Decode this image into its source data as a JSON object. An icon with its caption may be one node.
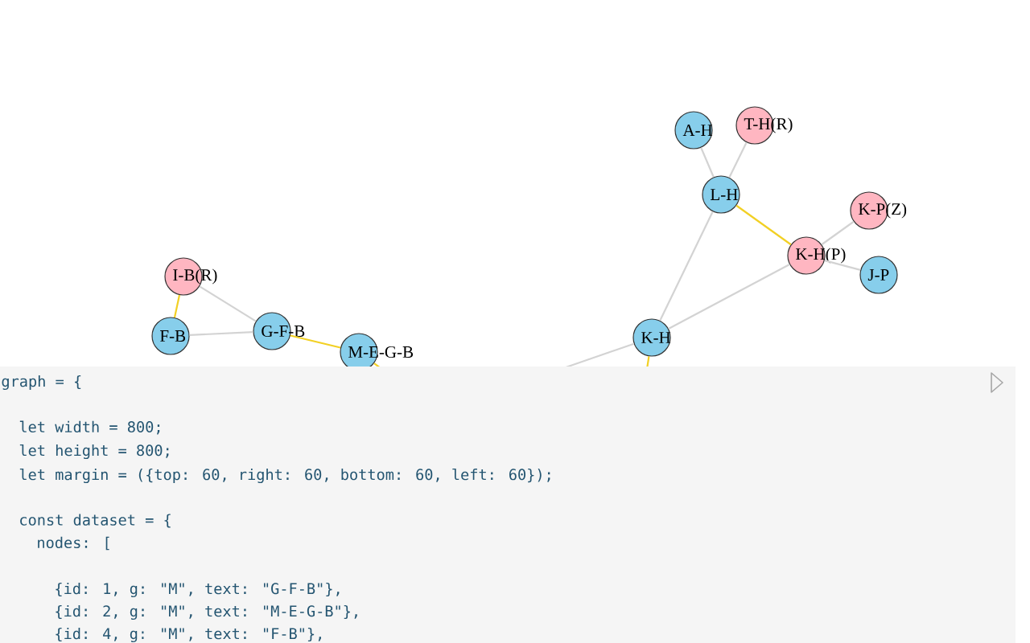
{
  "diagram": {
    "nodes": [
      {
        "text": [
          "A-H"
        ]
      },
      {
        "text": [
          "T-H(R)"
        ]
      },
      {
        "text": [
          "L-H"
        ]
      },
      {
        "text": [
          "K-P(Z)"
        ]
      },
      {
        "text": [
          "K-H(P)"
        ]
      },
      {
        "text": [
          "I-B(R)"
        ]
      },
      {
        "text": [
          "J-P"
        ]
      },
      {
        "text": [
          "F-B"
        ]
      },
      {
        "text": [
          "G-F-B"
        ]
      },
      {
        "text": [
          "K-H"
        ]
      },
      {
        "text": [
          "M-E-G-B"
        ]
      }
    ],
    "edges": [
      {
        "from": 0,
        "to": 2,
        "arrow": "none"
      },
      {
        "from": 1,
        "to": 2,
        "arrow": "none"
      },
      {
        "from": 2,
        "to": 4,
        "arrow": "none",
        "color": "#f2d024"
      },
      {
        "from": 4,
        "to": 3,
        "arrow": "none"
      },
      {
        "from": 4,
        "to": 6,
        "arrow": "none"
      },
      {
        "from": 2,
        "to": 9,
        "arrow": "none"
      },
      {
        "from": 9,
        "to": 4,
        "arrow": "none"
      },
      {
        "from": 5,
        "to": 7,
        "arrow": "none",
        "color": "#f2d024"
      },
      {
        "from": 5,
        "to": 8,
        "arrow": "none"
      },
      {
        "from": 7,
        "to": 8,
        "arrow": "none"
      },
      {
        "from": 8,
        "to": 10,
        "arrow": "none",
        "color": "#f2d024"
      },
      {
        "from": 10,
        "to": null,
        "arrow": "none",
        "color": "#f2d024"
      },
      {
        "from": 9,
        "to": null,
        "arrow": "none"
      },
      {
        "from": 9,
        "to": null,
        "arrow": "none",
        "color": "#f2d024"
      }
    ],
    "labels": [
      "graph = {",
      "let width = 800;",
      "let height = 800;",
      "let margin = ({top: 60, right: 60, bottom: 60, left: 60});",
      "const dataset = {",
      "nodes: [",
      "{id: 1, g: \"M\", text: \"G-F-B\"},",
      "{id: 2, g: \"M\", text: \"M-E-G-B\"},",
      "{id: 4, g: \"M\", text: \"F-B\"},"
    ]
  }
}
